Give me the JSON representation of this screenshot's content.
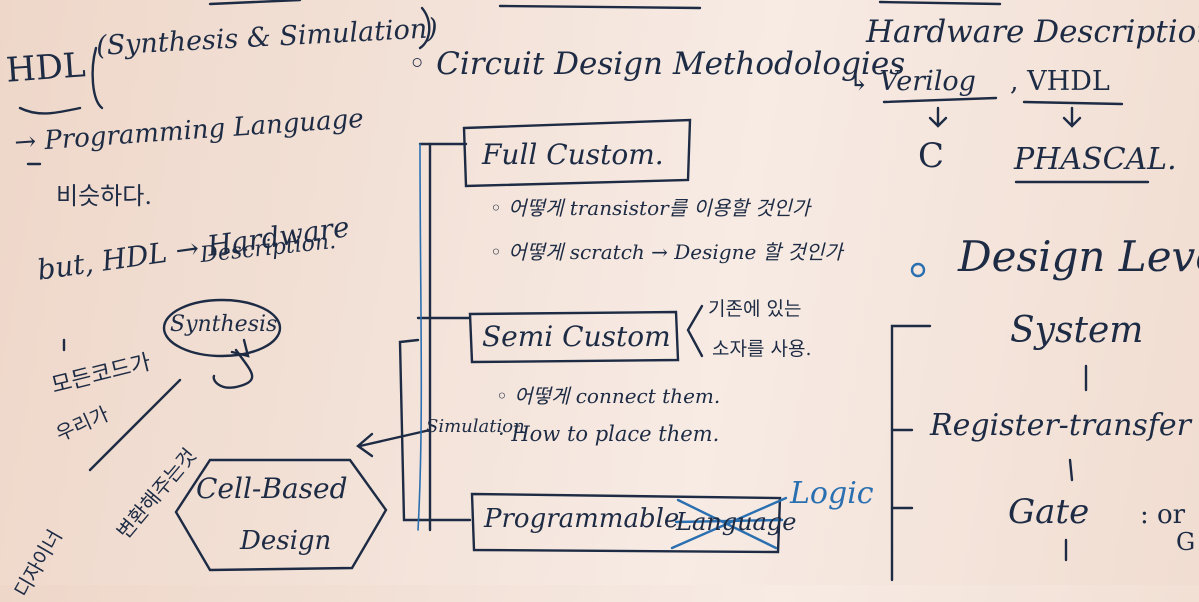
{
  "board": {
    "hdl": "HDL",
    "paren_synthesis": "(Synthesis & Simulation)",
    "programming_language": "→ Programming Language",
    "korean_similar": "비슷하다.",
    "but_hdl": "but, HDL → Hardware",
    "description": "Description.",
    "synthesis": "Synthesis",
    "korean_left_1": "모든코드가",
    "korean_left_2": "우리가",
    "korean_left_3": "변환해주는것",
    "korean_left_4": "디자이너",
    "circuit_design_methodologies": "◦ Circuit Design Methodologies",
    "full_custom": "Full Custom.",
    "transistor_line": "◦ 어떻게 transistor를 이용할 것인가",
    "scratch_line": "◦ 어떻게 scratch → Designe 할 것인가",
    "semi_custom": "Semi Custom",
    "semi_note_1": "기존에 있는",
    "semi_note_2": "소자를 사용.",
    "connect_line": "◦ 어떻게 connect them.",
    "place_line": "· How to place them.",
    "simulation": "Simulation",
    "cell_based_1": "Cell-Based",
    "cell_based_2": "Design",
    "programmable": "Programmable",
    "language_crossed": "Language",
    "logic": "Logic",
    "hardware_description": "Hardware Description",
    "verilog": "↳ Verilog",
    "vhdl": ", VHDL",
    "c_lang": "C",
    "phascal": "PHASCAL.",
    "design_level": "Design Level",
    "system": "System",
    "register_transfer": "Register-transfer",
    "gate": "Gate",
    "gate_colon": ": or",
    "gate_g": "G"
  }
}
